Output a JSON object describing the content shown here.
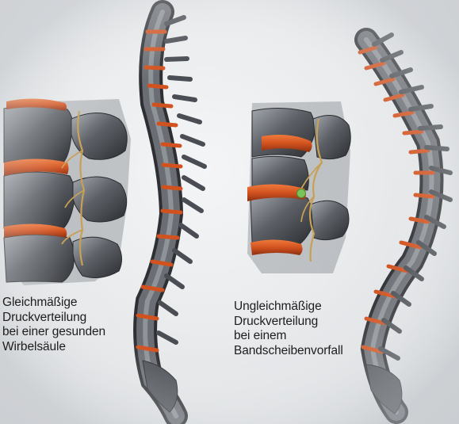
{
  "captions": {
    "healthy": {
      "line1": "Gleichmäßige",
      "line2": "Druckverteilung",
      "line3": "bei einer gesunden",
      "line4": "Wirbelsäule"
    },
    "herniated": {
      "line1": "Ungleichmäßige",
      "line2": "Druckverteilung",
      "line3": "bei einem",
      "line4": "Bandscheibenvorfall"
    }
  },
  "colors": {
    "background": "#e9ebed",
    "bone": "#54585e",
    "bone_highlight": "#9a9fa6",
    "disc": "#d2521f",
    "nerve": "#c7a055",
    "herniation": "#7ac25a",
    "caption_text": "#1d1d1d"
  }
}
